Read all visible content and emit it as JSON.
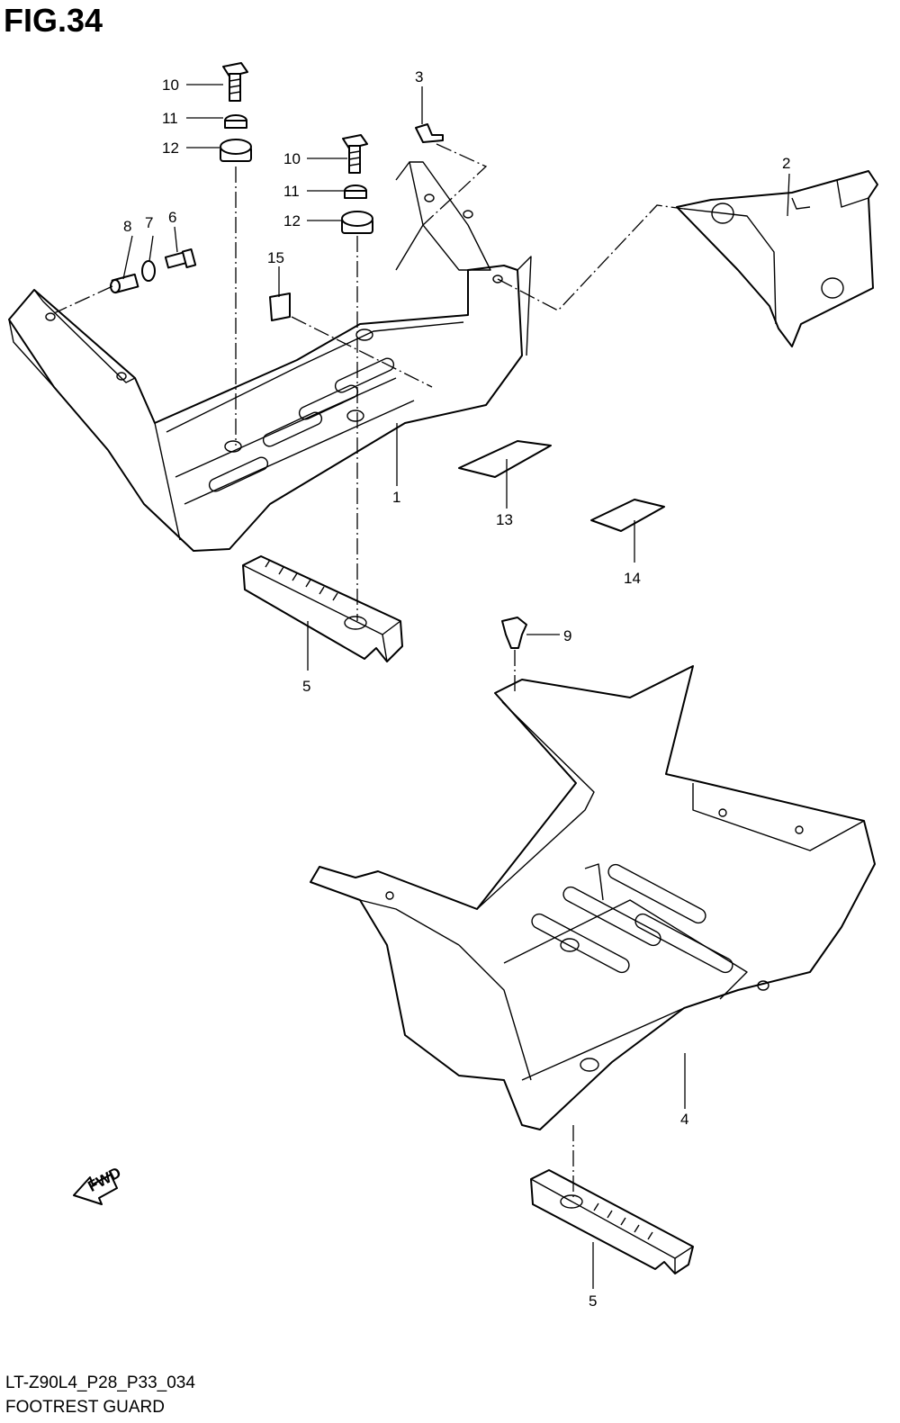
{
  "figure": {
    "title": "FIG.34",
    "code": "LT-Z90L4_P28_P33_034",
    "caption": "FOOTREST GUARD"
  },
  "callouts": {
    "c1": "1",
    "c2": "2",
    "c3": "3",
    "c4": "4",
    "c5a": "5",
    "c5b": "5",
    "c6": "6",
    "c7": "7",
    "c8": "8",
    "c9": "9",
    "c10a": "10",
    "c10b": "10",
    "c11a": "11",
    "c11b": "11",
    "c12a": "12",
    "c12b": "12",
    "c13": "13",
    "c14": "14",
    "c15": "15"
  },
  "fwd_marker": {
    "label": "FWD",
    "icon": "fwd-arrow-icon"
  }
}
